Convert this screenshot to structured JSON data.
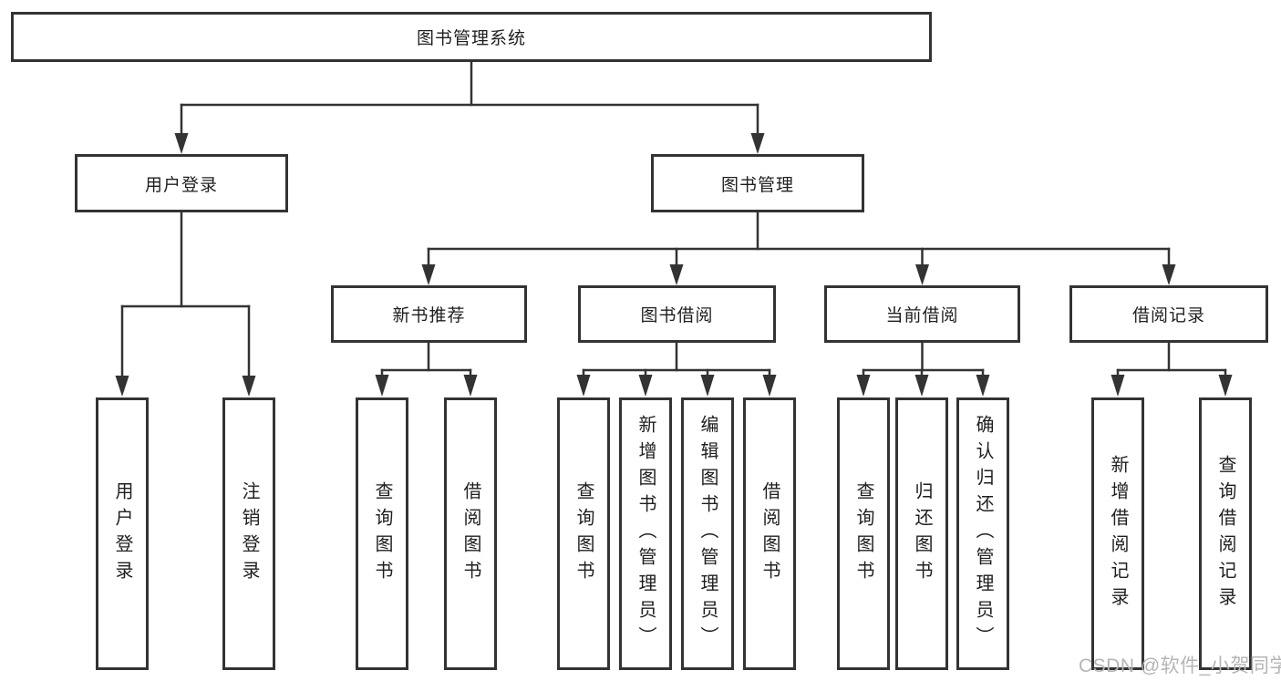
{
  "diagram": {
    "root": {
      "label": "图书管理系统"
    },
    "branches": [
      {
        "label": "用户登录",
        "leaves": [
          "用户登录",
          "注销登录"
        ]
      },
      {
        "label": "图书管理",
        "children": [
          {
            "label": "新书推荐",
            "leaves": [
              "查询图书",
              "借阅图书"
            ]
          },
          {
            "label": "图书借阅",
            "leaves": [
              "查询图书",
              "新增图书（管理员）",
              "编辑图书（管理员）",
              "借阅图书"
            ]
          },
          {
            "label": "当前借阅",
            "leaves": [
              "查询图书",
              "归还图书",
              "确认归还（管理员）"
            ]
          },
          {
            "label": "借阅记录",
            "leaves": [
              "新增借阅记录",
              "查询借阅记录"
            ]
          }
        ]
      }
    ]
  },
  "watermark": {
    "text": "CSDN @软件_小贺同学"
  },
  "colors": {
    "line": "#333333",
    "text": "#1f1f1f",
    "watermark": "#b5b5b5",
    "background": "#ffffff"
  }
}
